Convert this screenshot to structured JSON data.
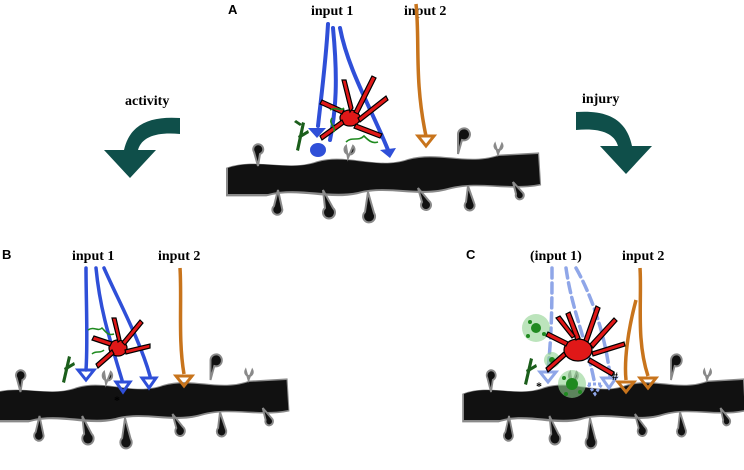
{
  "panels": {
    "a": {
      "letter": "A",
      "input1_label": "input 1",
      "input2_label": "input 2"
    },
    "b": {
      "letter": "B",
      "input1_label": "input 1",
      "input2_label": "input 2",
      "marker": "*"
    },
    "c": {
      "letter": "C",
      "input1_label": "(input 1)",
      "input2_label": "input 2",
      "marker_star": "*",
      "marker_hash": "#"
    }
  },
  "arrows": {
    "left": {
      "label": "activity"
    },
    "right": {
      "label": "injury"
    }
  },
  "colors": {
    "input1": "#2f4fd8",
    "input1_lost": "#8fa6e8",
    "input2": "#c8741c",
    "microglia": "#e01818",
    "astrocyte": "#1f8a1f",
    "dendrite": "#111111",
    "dendrite_halo": "#8a8a8a",
    "arrow": "#0f4f4a"
  }
}
